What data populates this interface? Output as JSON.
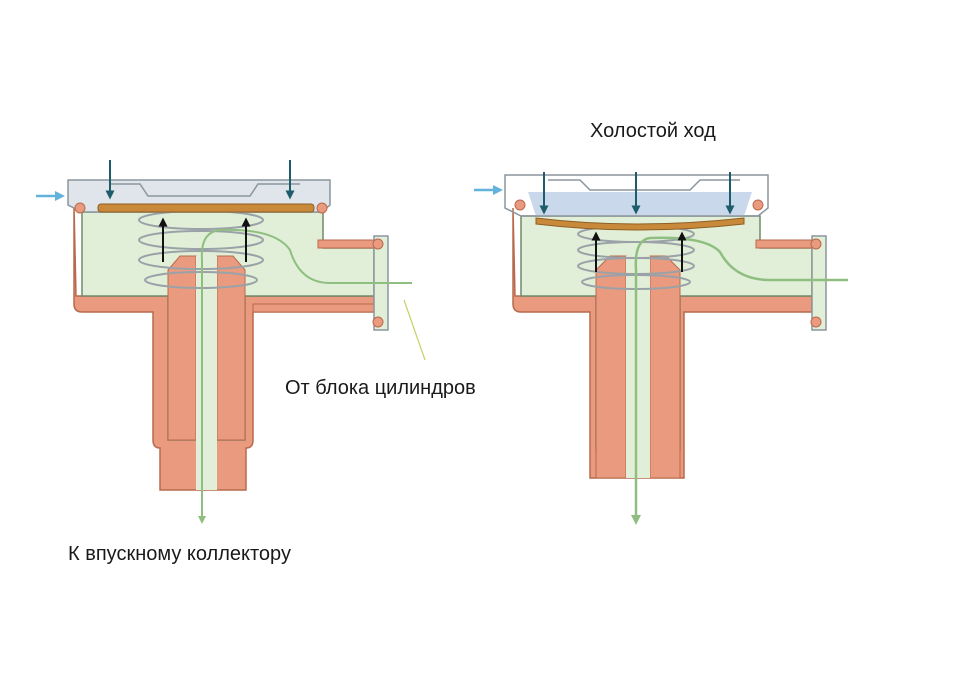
{
  "labels": {
    "idle": "Холостой ход",
    "from_block": "От блока цилиндров",
    "to_intake": "К впускному коллектору"
  },
  "colors": {
    "body_fill": "#e2efd8",
    "body_stroke": "#6f8a6a",
    "copper": "#ea9a7e",
    "copper_stroke": "#b86a4c",
    "cap_fill": "#dfe5ea",
    "cap_stroke": "#8c969e",
    "diaphragm": "#c88a3a",
    "flow_green": "#8fbf80",
    "arrow_dark": "#1d5c6b",
    "arrow_light": "#63b2dc",
    "vacuum_blue": "#c9d8ea"
  },
  "icons": [
    "inlet-arrow-icon",
    "pressure-arrow-icon",
    "lift-arrow-icon",
    "flow-arrow-icon",
    "spring-icon",
    "diaphragm-icon"
  ]
}
